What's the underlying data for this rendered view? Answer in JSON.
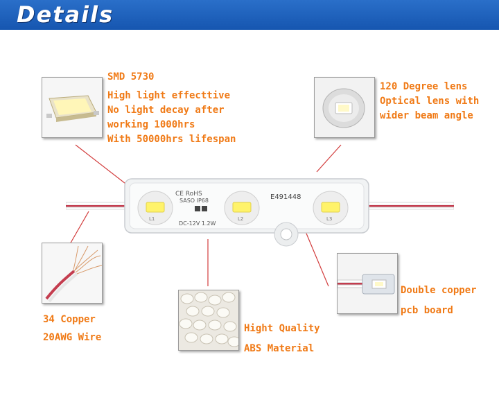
{
  "header": {
    "title": "Details"
  },
  "callouts": {
    "smd": {
      "title": "SMD 5730",
      "lines": [
        "High light effecttive",
        "No light decay after",
        "working 1000hrs",
        "With 50000hrs lifespan"
      ]
    },
    "lens": {
      "lines": [
        "120 Degree lens",
        "Optical lens with",
        "wider beam angle"
      ]
    },
    "wire": {
      "lines": [
        "34 Copper",
        "20AWG Wire"
      ]
    },
    "abs": {
      "lines": [
        "Hight Quality",
        "ABS Material"
      ]
    },
    "pcb": {
      "lines": [
        "Double copper",
        "pcb board"
      ]
    }
  },
  "module": {
    "cert_marks": "CE RoHS",
    "cert_code": "SASO IP68",
    "ul_code": "E491448",
    "rating": "DC-12V 1.2W",
    "led_labels": [
      "L1",
      "L2",
      "L3"
    ]
  },
  "colors": {
    "header_bg": "#1f62bd",
    "accent_text": "#f07a16",
    "leader_line": "#d23b3b",
    "led": "#fff36a"
  }
}
